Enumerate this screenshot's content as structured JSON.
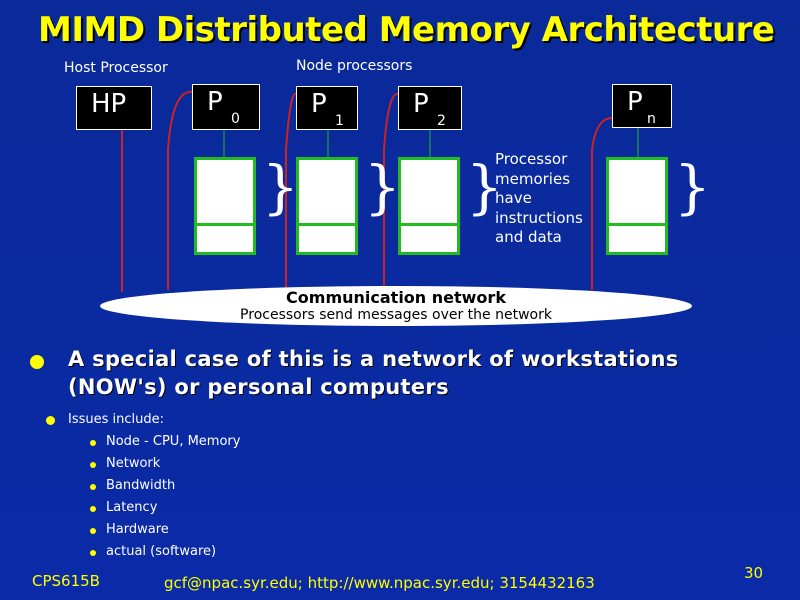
{
  "title": "MIMD Distributed Memory Architecture",
  "labels": {
    "host_processor": "Host Processor",
    "node_processors": "Node processors"
  },
  "processors": {
    "hp": "HP",
    "p0": {
      "main": "P",
      "sub": "0"
    },
    "p1": {
      "main": "P",
      "sub": "1"
    },
    "p2": {
      "main": "P",
      "sub": "2"
    },
    "pn": {
      "main": "P",
      "sub": "n"
    }
  },
  "memory_note": [
    "Processor",
    "memories",
    "have",
    "instructions",
    "and data"
  ],
  "network": {
    "title": "Communication network",
    "subtitle": "Processors send messages over the network"
  },
  "bullets": {
    "main_line1": "A special case of this is a network of workstations",
    "main_line2": "(NOW's) or personal computers",
    "issues": "Issues include:",
    "items": [
      "Node - CPU, Memory",
      "Network",
      "Bandwidth",
      "Latency",
      "Hardware",
      "actual (software)"
    ]
  },
  "footer": {
    "course": "CPS615B",
    "contact": "gcf@npac.syr.edu; http://www.npac.syr.edu; 3154432163",
    "page": "30"
  },
  "colors": {
    "background": "#0a2a9a",
    "title": "#ffff00",
    "memory_border": "#22bb22",
    "link_line": "#cc2222",
    "bullet": "#ffff00"
  }
}
